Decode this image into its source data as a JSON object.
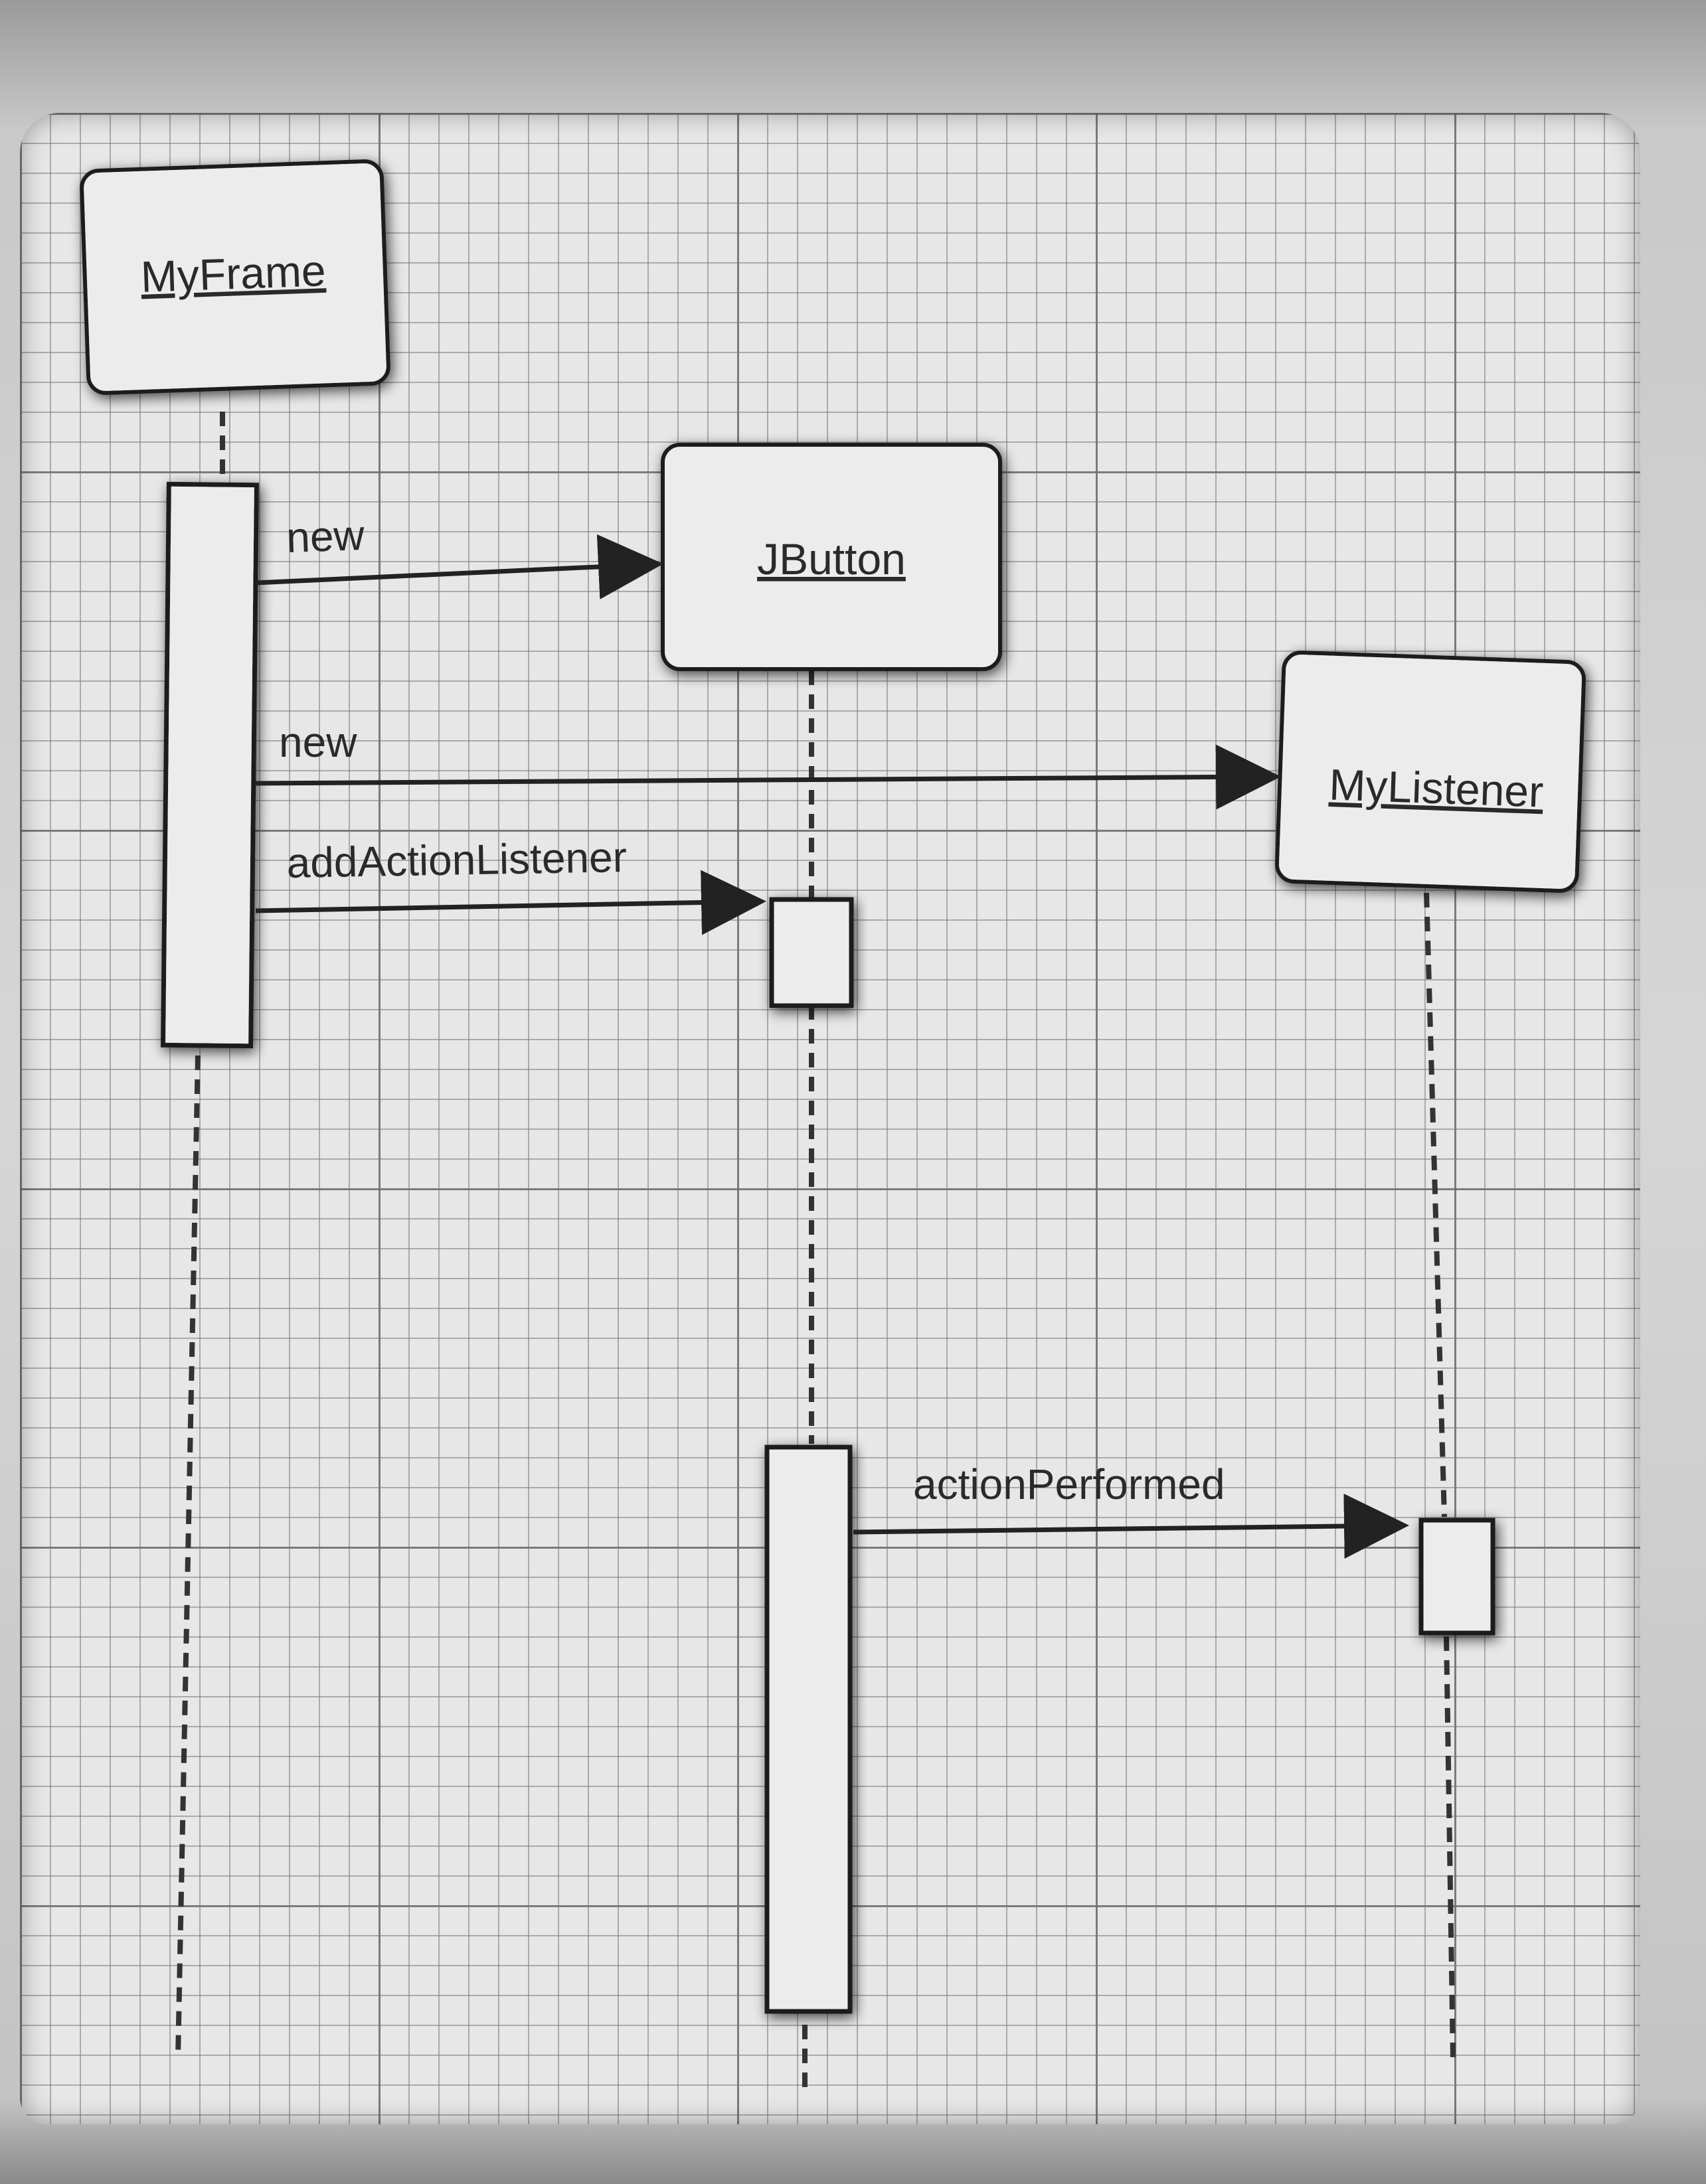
{
  "objects": {
    "myframe": "MyFrame",
    "jbutton": "JButton",
    "mylistener": "MyListener"
  },
  "messages": {
    "new_jbutton": "new",
    "new_mylistener": "new",
    "add_action_listener": "addActionListener",
    "action_performed": "actionPerformed"
  }
}
